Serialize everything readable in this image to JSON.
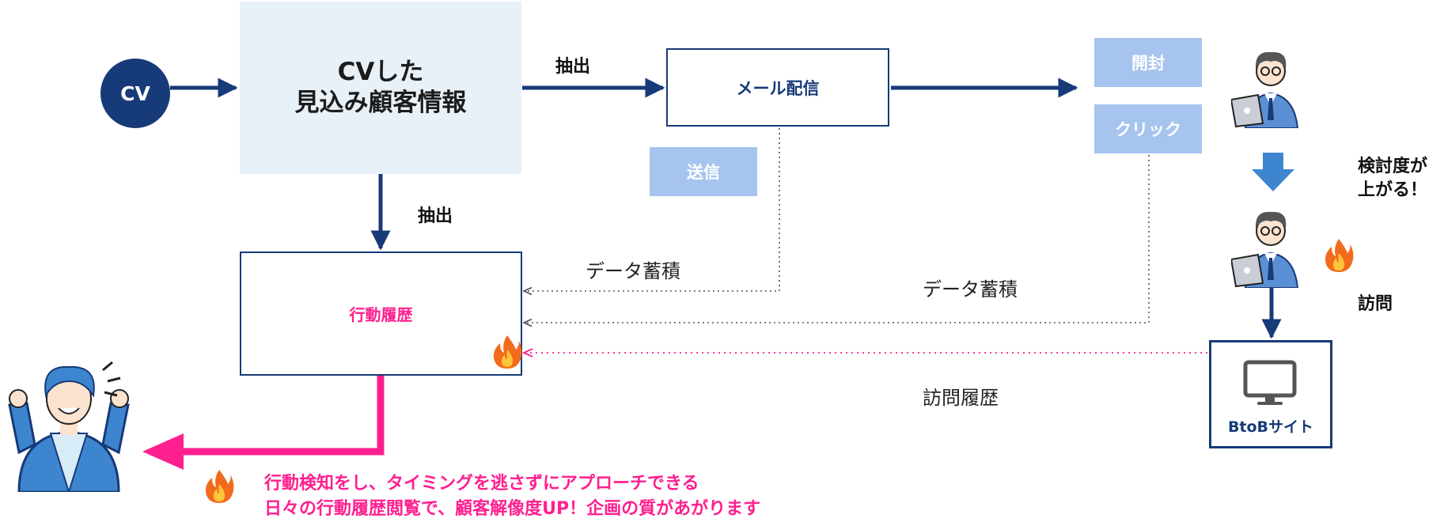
{
  "nodes": {
    "cv": "CV",
    "prospect_line1": "CVした",
    "prospect_line2": "見込み顧客情報",
    "mail": "メール配信",
    "send": "送信",
    "open": "開封",
    "click": "クリック",
    "history": "行動履歴",
    "site": "BtoBサイト"
  },
  "labels": {
    "extract_right": "抽出",
    "extract_down": "抽出",
    "data_store_1": "データ蓄積",
    "data_store_2": "データ蓄積",
    "visit_history": "訪問履歴",
    "consider_line1": "検討度が",
    "consider_line2": "上がる！",
    "visit": "訪問"
  },
  "message": {
    "line1": "行動検知をし、タイミングを逃さずにアプローチできる",
    "line2": "日々の行動履歴閲覧で、顧客解像度UP！企画の質があがります"
  },
  "icons": [
    "fire-icon",
    "person-laptop-icon",
    "monitor-icon",
    "happy-person-icon",
    "down-arrow-icon"
  ],
  "colors": {
    "navy": "#173a78",
    "light_box": "#e8f0f8",
    "chip": "#a7c4ef",
    "pink": "#ff1f8f",
    "blue_arrow": "#3d86cf"
  }
}
